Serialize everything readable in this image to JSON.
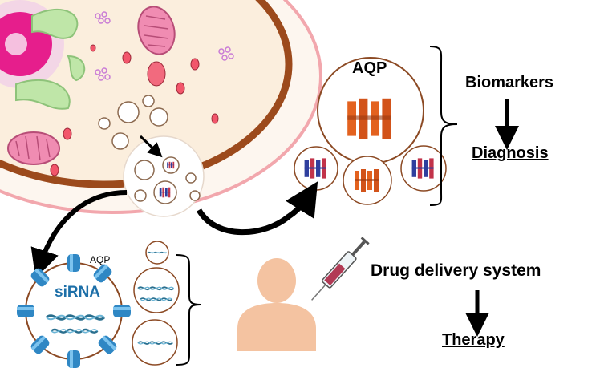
{
  "labels": {
    "aqp_top": "AQP",
    "biomarkers": "Biomarkers",
    "diagnosis": "Diagnosis",
    "sirna": "siRNA",
    "aqp_small": "AQP",
    "drug_delivery": "Drug delivery system",
    "therapy": "Therapy"
  },
  "colors": {
    "cell_fill": "#fbeedd",
    "cell_membrane": "#9c4a1c",
    "outer_membrane": "#f2a7ad",
    "nucleus": "#e61e8c",
    "golgi": "#bfe6a8",
    "mitochondria": "#f08cb2",
    "vesicle_dot": "#f2566b",
    "protein_orange": "#e3621f",
    "protein_blue": "#2f3f9e",
    "aquaporin_blue": "#2f87c4",
    "dna": "#2a6f8e",
    "skin": "#f4c3a1",
    "arrow": "#000000"
  },
  "icons": [
    "cell-icon",
    "exosome-icon",
    "protein-structure-icon",
    "aquaporin-channel-icon",
    "dna-helix-icon",
    "person-icon",
    "syringe-icon",
    "arrow-icon",
    "bracket-icon"
  ]
}
